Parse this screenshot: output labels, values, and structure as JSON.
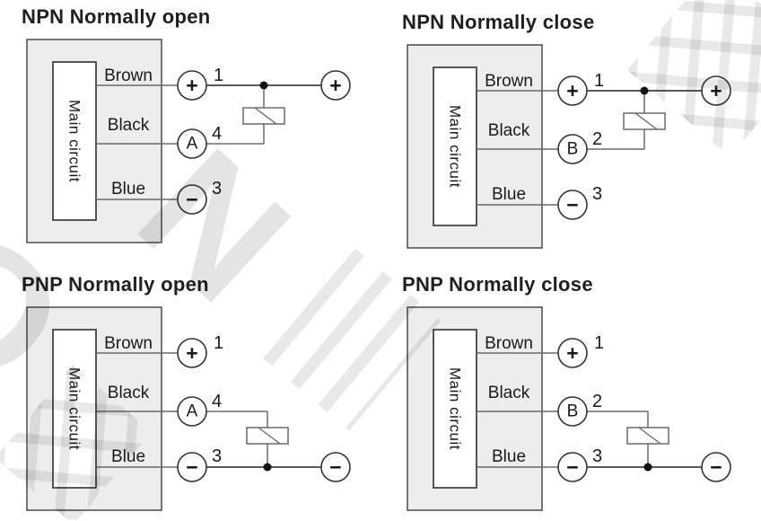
{
  "colors": {
    "background": "#ffffff",
    "box_fill": "#ededed",
    "box_stroke": "#4a4a4a",
    "inner_box_stroke": "#2f2f2f",
    "wire": "#6a6a6a",
    "rail": "#222222",
    "terminal_stroke": "#333333",
    "text": "#1a1a1a",
    "title_text": "#221e1f",
    "watermark": "#e3e3e3"
  },
  "watermark": {
    "fragments": [
      "O",
      "N",
      "胜",
      "电",
      "气"
    ]
  },
  "diagrams": [
    {
      "title": "NPN Normally open",
      "box_label": "Main circuit",
      "wires": [
        {
          "label": "Brown",
          "terminal": "+",
          "pin": "1"
        },
        {
          "label": "Black",
          "terminal": "A",
          "pin": "4"
        },
        {
          "label": "Blue",
          "terminal": "−",
          "pin": "3"
        }
      ],
      "rail_terminal": "+"
    },
    {
      "title": "NPN Normally close",
      "box_label": "Main circuit",
      "wires": [
        {
          "label": "Brown",
          "terminal": "+",
          "pin": "1"
        },
        {
          "label": "Black",
          "terminal": "B",
          "pin": "2"
        },
        {
          "label": "Blue",
          "terminal": "−",
          "pin": "3"
        }
      ],
      "rail_terminal": "+"
    },
    {
      "title": "PNP Normally open",
      "box_label": "Main circuit",
      "wires": [
        {
          "label": "Brown",
          "terminal": "+",
          "pin": "1"
        },
        {
          "label": "Black",
          "terminal": "A",
          "pin": "4"
        },
        {
          "label": "Blue",
          "terminal": "−",
          "pin": "3"
        }
      ],
      "rail_terminal": "−"
    },
    {
      "title": "PNP Normally close",
      "box_label": "Main circuit",
      "wires": [
        {
          "label": "Brown",
          "terminal": "+",
          "pin": "1"
        },
        {
          "label": "Black",
          "terminal": "B",
          "pin": "2"
        },
        {
          "label": "Blue",
          "terminal": "−",
          "pin": "3"
        }
      ],
      "rail_terminal": "−"
    }
  ]
}
